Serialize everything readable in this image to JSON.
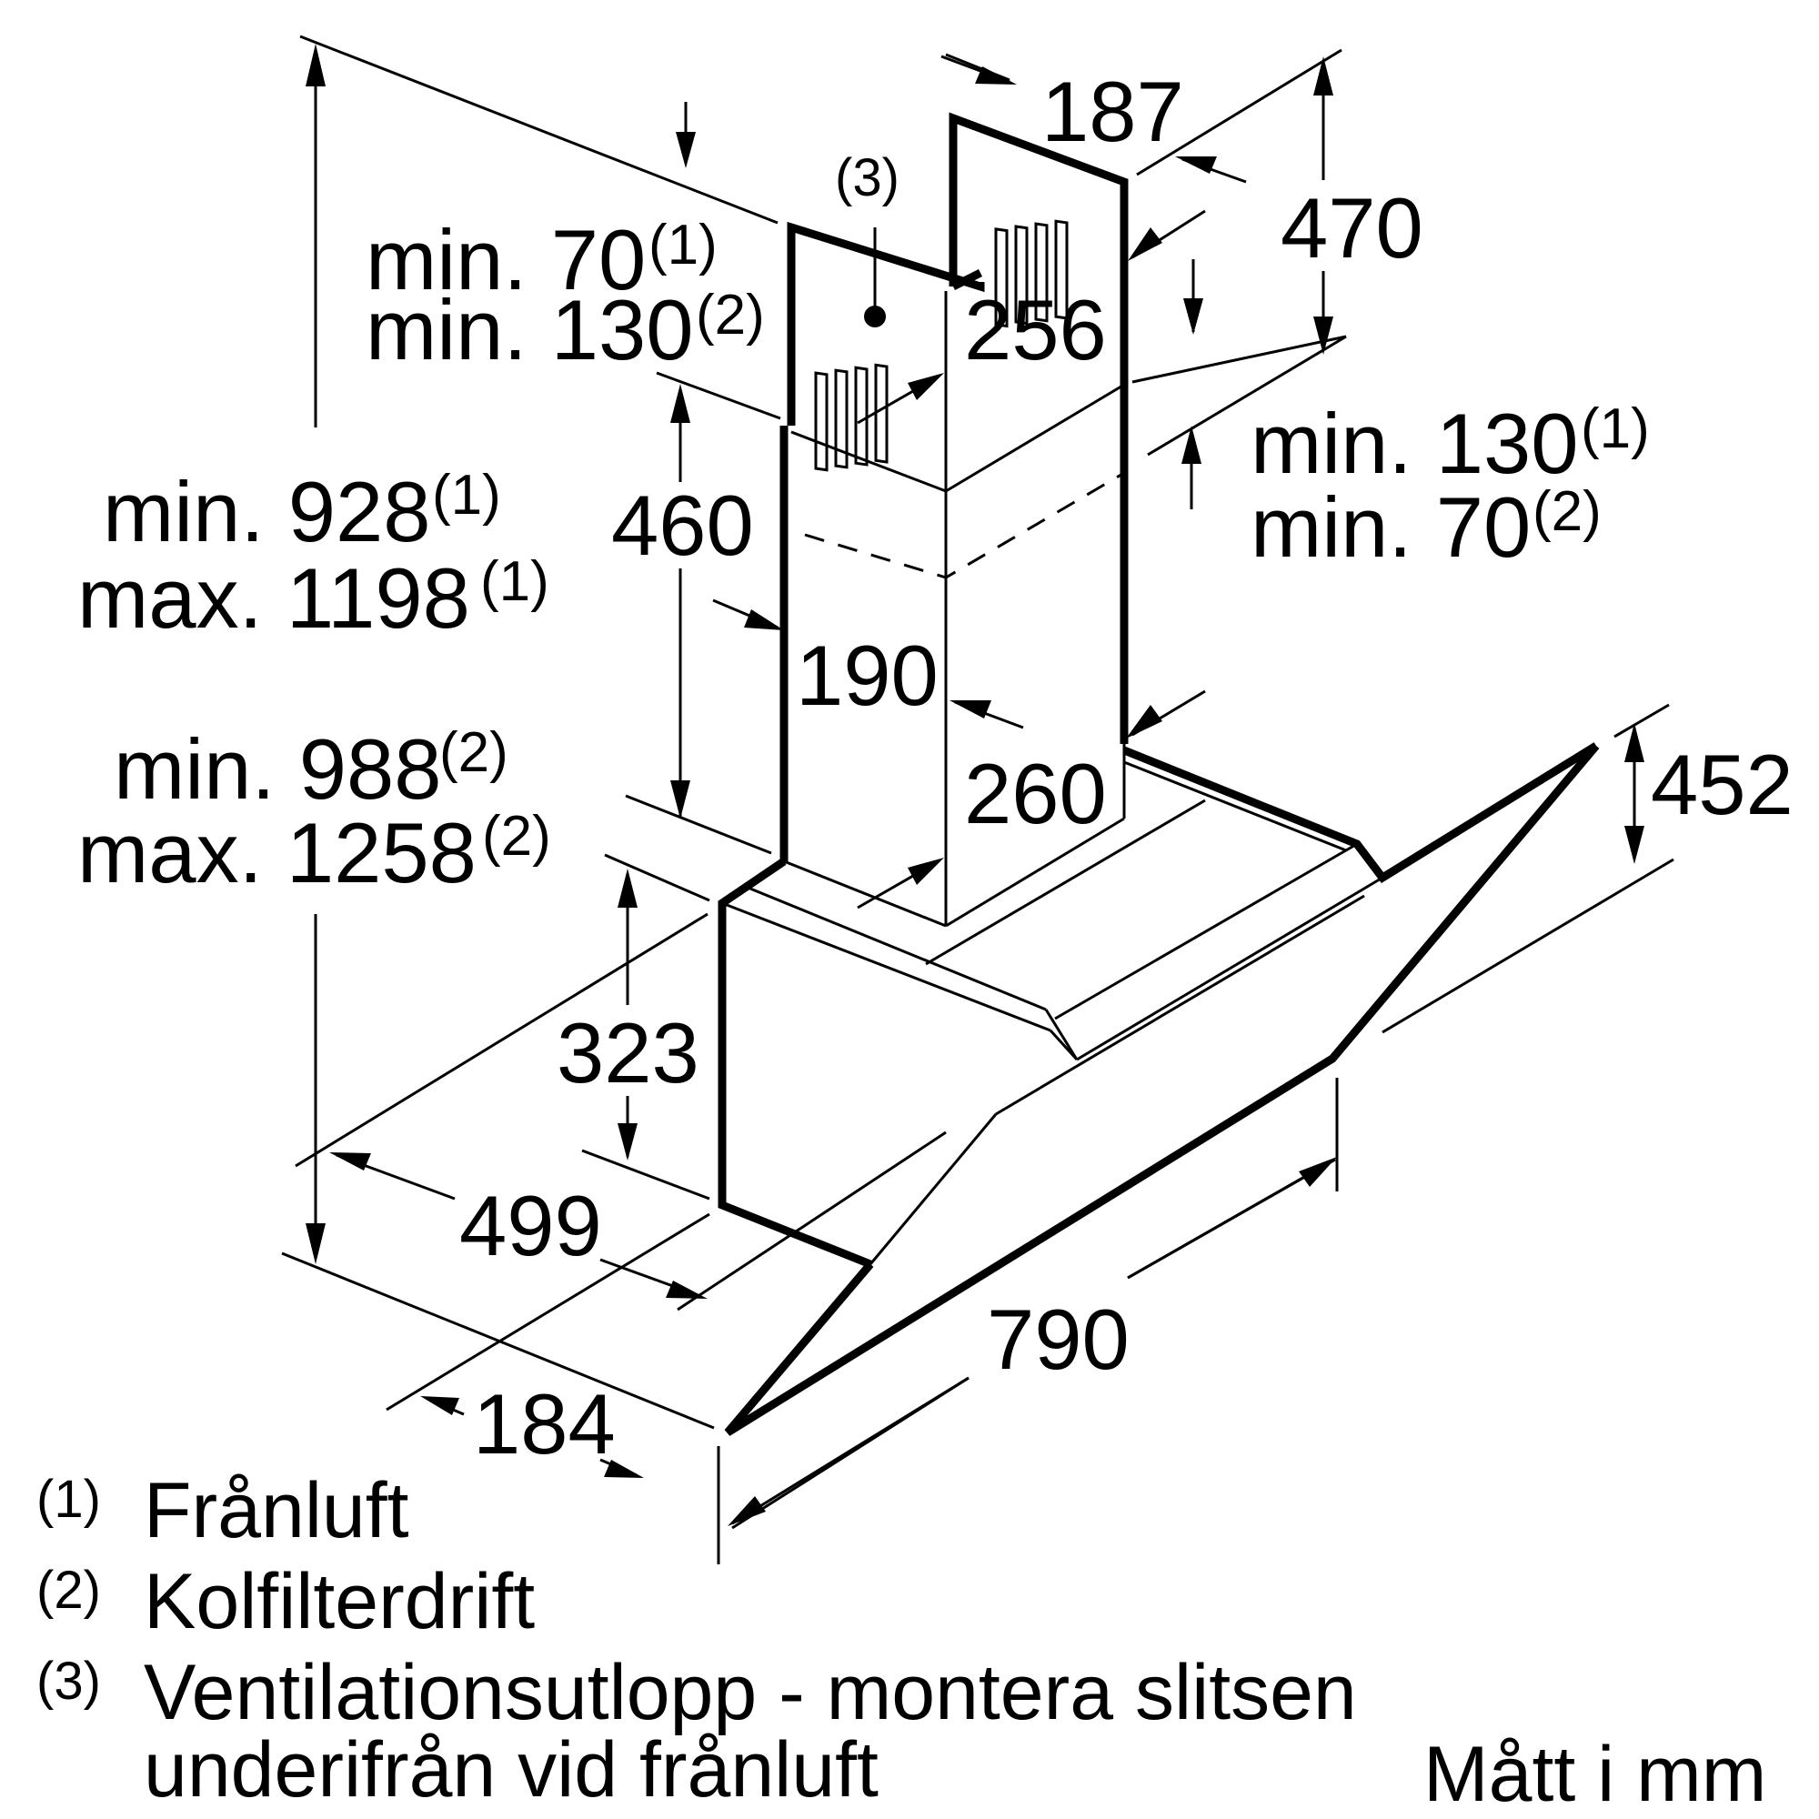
{
  "dimensions": {
    "d187": "187",
    "d470": "470",
    "d256": "256",
    "d460": "460",
    "d190": "190",
    "d260": "260",
    "d452": "452",
    "d323": "323",
    "d499": "499",
    "d790": "790",
    "d184": "184"
  },
  "labels": {
    "top_left_min70": "min. 70",
    "top_left_min70_sup": "(1)",
    "top_left_min130": "min. 130",
    "top_left_min130_sup": "(2)",
    "right_min130": "min. 130",
    "right_min130_sup": "(1)",
    "right_min70": "min. 70",
    "right_min70_sup": "(2)",
    "height_min928": "min. 928",
    "height_min928_sup": "(1)",
    "height_max1198": "max. 1198",
    "height_max1198_sup": "(1)",
    "height_min988": "min. 988",
    "height_min988_sup": "(2)",
    "height_max1258": "max. 1258",
    "height_max1258_sup": "(2)",
    "vent_marker": "(3)"
  },
  "legend": [
    {
      "marker": "(1)",
      "text": "Frånluft"
    },
    {
      "marker": "(2)",
      "text": "Kolfilterdrift"
    },
    {
      "marker": "(3)",
      "text": "Ventilationsutlopp - montera slitsen"
    },
    {
      "marker": "",
      "text": "underifrån vid frånluft"
    }
  ],
  "unit_note": "Mått i mm"
}
